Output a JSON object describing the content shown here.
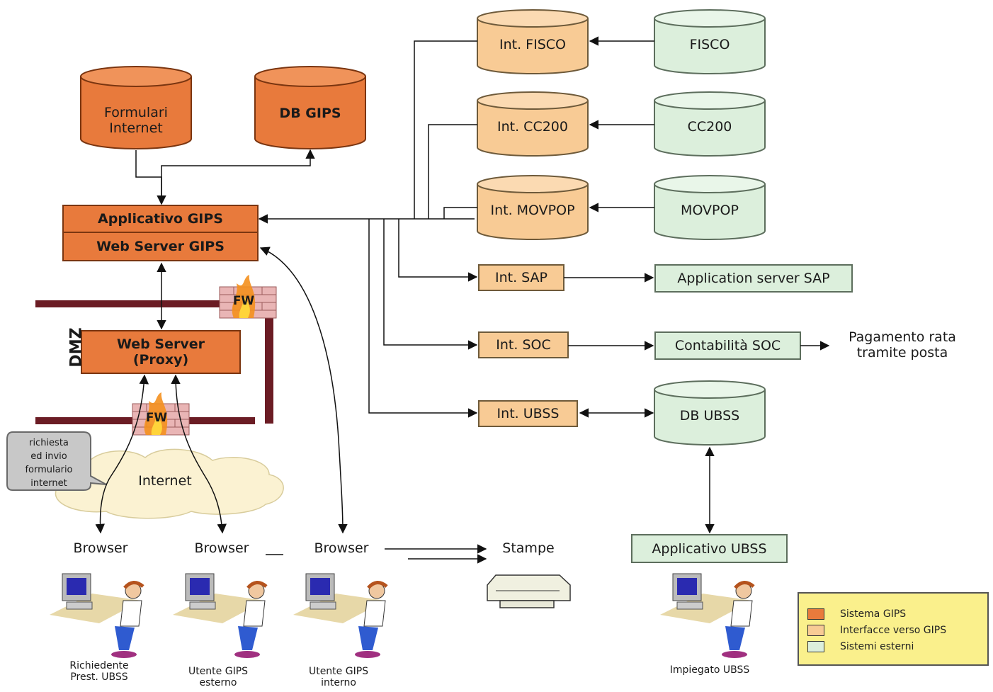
{
  "colors": {
    "gips": "#e87a3c",
    "gips_dark": "#b5531d",
    "interface": "#f8cb95",
    "external": "#dcefdc",
    "dmz_bar": "#6b1c24",
    "legend_bg": "#faf08c"
  },
  "nodes": {
    "formulari": "Formulari\nInternet",
    "db_gips": "DB GIPS",
    "applicativo_gips": "Applicativo GIPS",
    "web_server_gips": "Web Server GIPS",
    "web_server_proxy": "Web Server\n(Proxy)",
    "dmz": "DMZ",
    "fw": "FW",
    "internet": "Internet",
    "callout": "richiesta\ned invio\nformulario\ninternet",
    "int_fisco": "Int. FISCO",
    "int_cc200": "Int. CC200",
    "int_movpop": "Int. MOVPOP",
    "fisco": "FISCO",
    "cc200": "CC200",
    "movpop": "MOVPOP",
    "int_sap": "Int. SAP",
    "app_server_sap": "Application server SAP",
    "int_soc": "Int. SOC",
    "contabilita_soc": "Contabilità SOC",
    "pagamento": "Pagamento rata\ntramite posta",
    "int_ubss": "Int. UBSS",
    "db_ubss": "DB UBSS",
    "applicativo_ubss": "Applicativo UBSS",
    "browser": "Browser",
    "stampe": "Stampe"
  },
  "users": {
    "richiedente": "Richiedente\nPrest. UBSS",
    "utente_esterno": "Utente GIPS\nesterno",
    "utente_interno": "Utente GIPS\ninterno",
    "impiegato": "Impiegato UBSS"
  },
  "legend": [
    {
      "label": "Sistema GIPS",
      "color": "#e87a3c"
    },
    {
      "label": "Interfacce verso GIPS",
      "color": "#f8cb95"
    },
    {
      "label": "Sistemi esterni",
      "color": "#dcefdc"
    }
  ]
}
